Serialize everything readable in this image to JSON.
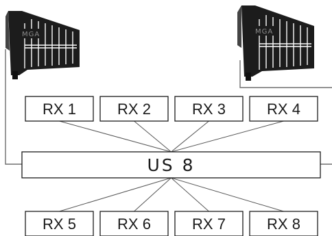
{
  "hub": {
    "label": "US 8"
  },
  "antennas": [
    {
      "logo": "MGA"
    },
    {
      "logo": "MGA"
    }
  ],
  "receivers_top": [
    {
      "label": "RX 1"
    },
    {
      "label": "RX 2"
    },
    {
      "label": "RX 3"
    },
    {
      "label": "RX 4"
    }
  ],
  "receivers_bottom": [
    {
      "label": "RX 5"
    },
    {
      "label": "RX 6"
    },
    {
      "label": "RX 7"
    },
    {
      "label": "RX 8"
    }
  ],
  "colors": {
    "line": "#555555",
    "box_stroke": "#1a1a1a",
    "antenna": "#1c1c1c"
  }
}
